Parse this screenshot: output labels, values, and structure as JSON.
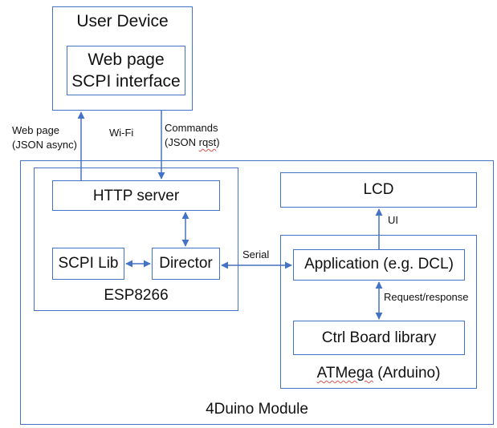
{
  "user_device": {
    "title": "User Device",
    "webpage_line1": "Web page",
    "webpage_line2": "SCPI interface"
  },
  "links": {
    "webpage_async_line1": "Web page",
    "webpage_async_line2": "(JSON async)",
    "wifi": "Wi-Fi",
    "commands_line1": "Commands",
    "commands_line2_a": "(JSON ",
    "commands_line2_b": "rqst",
    "commands_line2_c": ")",
    "serial": "Serial",
    "ui": "UI",
    "request_response": "Request/response"
  },
  "esp": {
    "http_server": "HTTP server",
    "scpi_lib": "SCPI Lib",
    "director": "Director",
    "label": "ESP8266"
  },
  "atmega": {
    "lcd": "LCD",
    "application": "Application (e.g. DCL)",
    "ctrl_board": "Ctrl Board library",
    "label_a": "ATMega",
    "label_b": " (Arduino)"
  },
  "module": {
    "label": "4Duino Module"
  },
  "colors": {
    "border": "#4472c4",
    "arrow": "#4472c4",
    "spell": "#d9534f"
  }
}
